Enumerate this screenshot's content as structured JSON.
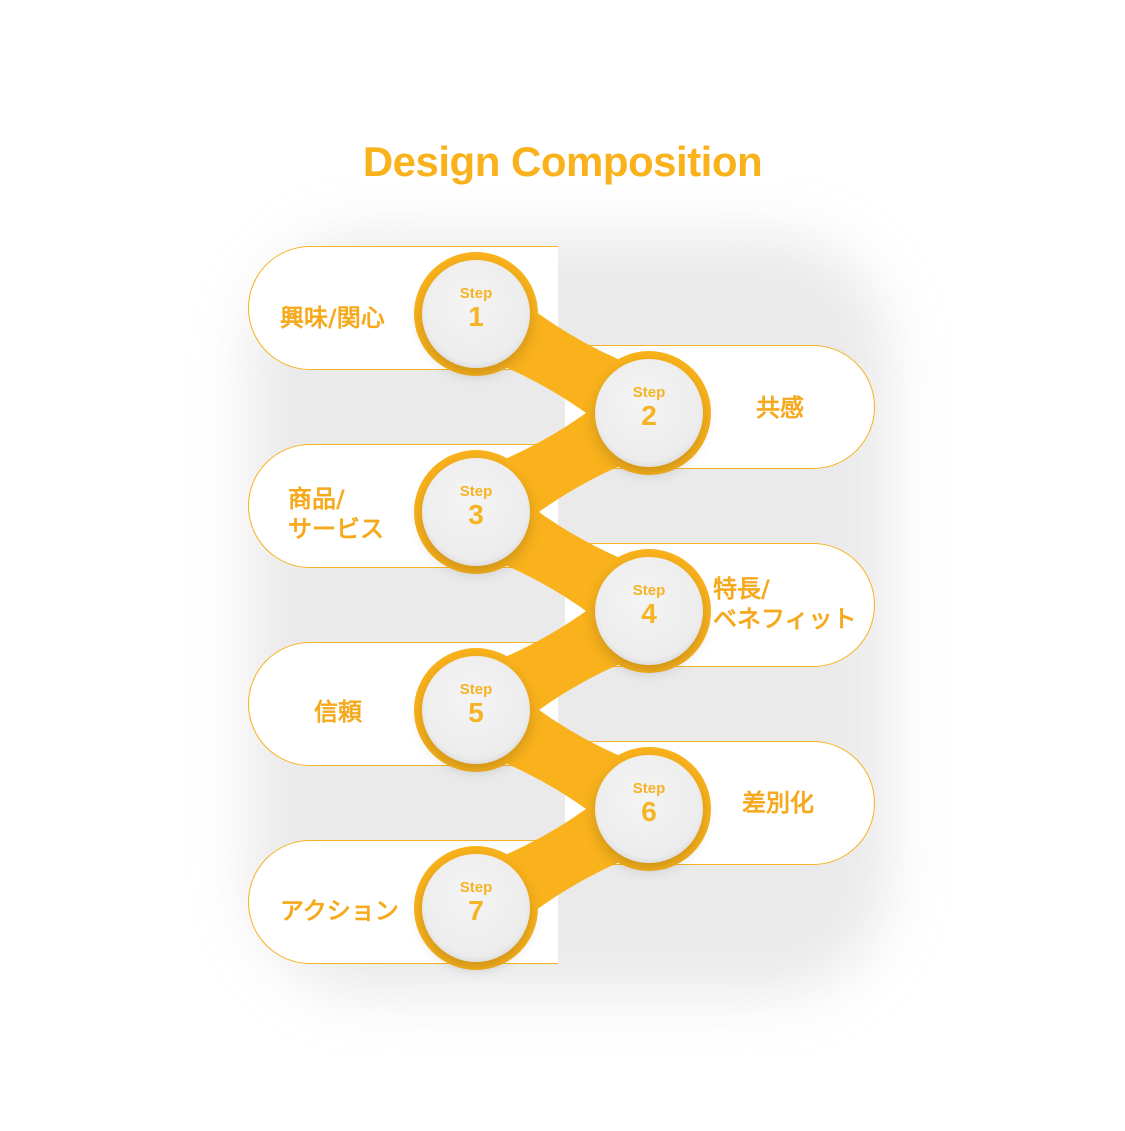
{
  "title": "Design Composition",
  "colors": {
    "accent": "#f9b21c",
    "pill_border": "#f6b323",
    "circle_fill": "#ececec"
  },
  "steps": [
    {
      "word": "Step",
      "num": "1",
      "label": "興味/関心"
    },
    {
      "word": "Step",
      "num": "2",
      "label": "共感"
    },
    {
      "word": "Step",
      "num": "3",
      "label": "商品/\nサービス"
    },
    {
      "word": "Step",
      "num": "4",
      "label": "特長/\nベネフィット"
    },
    {
      "word": "Step",
      "num": "5",
      "label": "信頼"
    },
    {
      "word": "Step",
      "num": "6",
      "label": "差別化"
    },
    {
      "word": "Step",
      "num": "7",
      "label": "アクション"
    }
  ]
}
